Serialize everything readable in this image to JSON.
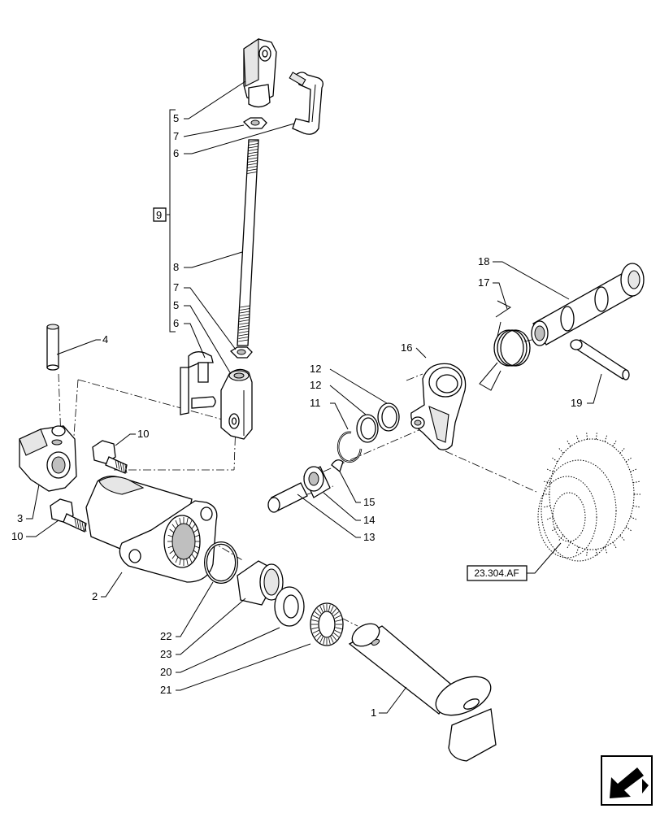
{
  "callouts": {
    "c1": "1",
    "c2": "2",
    "c3": "3",
    "c4": "4",
    "c5a": "5",
    "c5b": "5",
    "c6a": "6",
    "c6b": "6",
    "c7a": "7",
    "c7b": "7",
    "c8": "8",
    "c9": "9",
    "c10a": "10",
    "c10b": "10",
    "c11": "11",
    "c12a": "12",
    "c12b": "12",
    "c13": "13",
    "c14": "14",
    "c15": "15",
    "c16": "16",
    "c17": "17",
    "c18": "18",
    "c19": "19",
    "c20": "20",
    "c21": "21",
    "c22": "22",
    "c23": "23"
  },
  "reference": {
    "gear_ref": "23.304.AF"
  },
  "icons": {
    "corner": "next-page-arrow-icon"
  }
}
